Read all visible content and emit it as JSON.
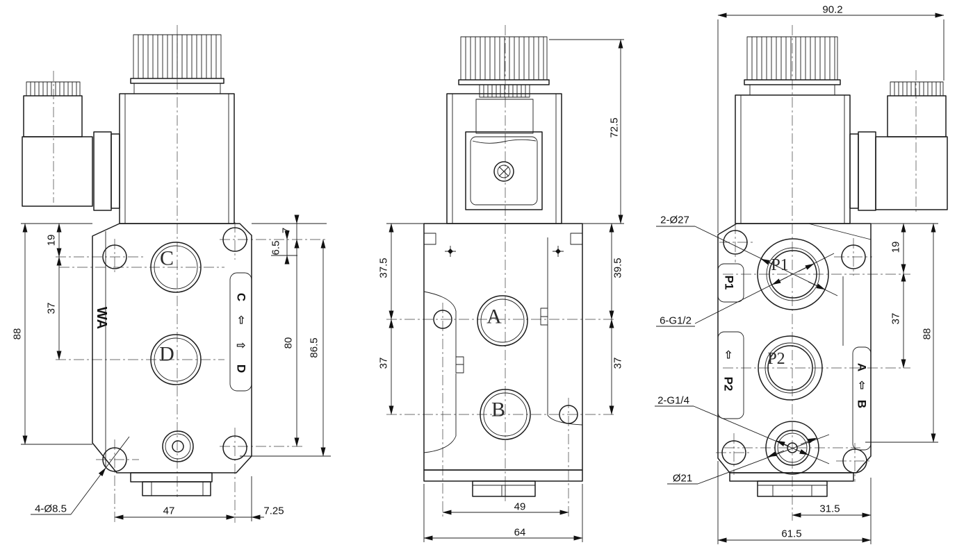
{
  "style": {
    "background": "#ffffff",
    "line_color": "#1c1c1c",
    "text_color": "#111111"
  },
  "views": {
    "left": {
      "port_upper": "C",
      "port_lower": "D",
      "side_label": "WA",
      "slot": {
        "letter_top": "C",
        "arrow_up": "⇧",
        "arrow_right": "⇨",
        "letter_bottom": "D"
      },
      "dims": {
        "body_height": "88",
        "top_to_hole": "19",
        "hole_to_port": "37",
        "edge_to_hole": "7",
        "hole_step": "6.5",
        "holes_height": "80",
        "overall_height": "86.5",
        "holes_width": "47",
        "hole_to_edge": "7.25"
      },
      "leader_mount_holes": "4-Ø8.5"
    },
    "front": {
      "port_upper": "A",
      "port_lower": "B",
      "dims": {
        "coil_height": "72.5",
        "top_to_port_left": "37.5",
        "port_pitch_left": "37",
        "top_to_port_right": "39.5",
        "port_pitch_right": "37",
        "holes_width": "49",
        "body_width": "64"
      }
    },
    "right": {
      "port_upper": "P1",
      "port_lower": "P2",
      "side_labels": {
        "p1": "P1",
        "arrow_p2": "⇧",
        "p2": "P2",
        "a": "A",
        "arrow_ab": "⇧",
        "b": "B"
      },
      "dims": {
        "overall_width": "90.2",
        "top_to_hole": "19",
        "hole_to_port": "37",
        "body_height": "88",
        "center_to_edge": "31.5",
        "body_width": "61.5"
      },
      "leaders": {
        "counterbore": "2-Ø27",
        "port_threads": "6-G1/2",
        "aux_threads": "2-G1/4",
        "bore": "Ø21"
      }
    }
  }
}
